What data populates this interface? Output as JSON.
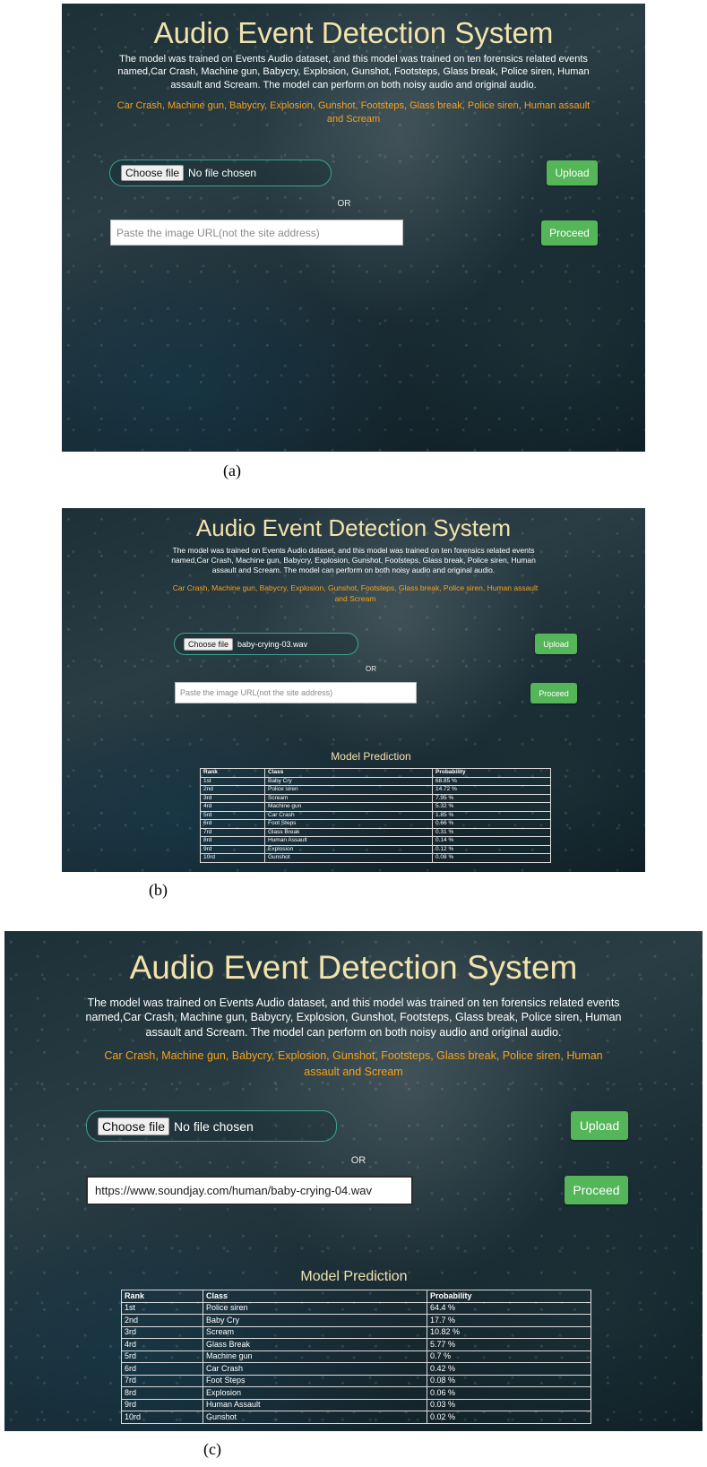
{
  "app": {
    "title": "Audio Event Detection System",
    "description": "The model was trained on Events Audio dataset, and this model was trained on ten forensics related events named,Car Crash, Machine gun, Babycry, Explosion, Gunshot, Footsteps, Glass break, Police siren, Human assault and Scream. The model can perform on both noisy audio and original audio.",
    "events": "Car Crash, Machine gun, Babycry, Explosion, Gunshot, Footsteps, Glass break, Police siren, Human assault and Scream",
    "choose_file_label": "Choose file",
    "upload_label": "Upload",
    "or_label": "OR",
    "url_placeholder": "Paste the image URL(not the site address)",
    "proceed_label": "Proceed",
    "prediction_title": "Model Prediction",
    "table_headers": [
      "Rank",
      "Class",
      "Probability"
    ]
  },
  "panels": [
    {
      "caption": "(a)",
      "file_status": "No file chosen",
      "url_value": ""
    },
    {
      "caption": "(b)",
      "file_status": "baby-crying-03.wav",
      "url_value": "",
      "rows": [
        [
          "1st",
          "Baby Cry",
          "68.85 %"
        ],
        [
          "2nd",
          "Police siren",
          "14.72 %"
        ],
        [
          "3rd",
          "Scream",
          "7.95 %"
        ],
        [
          "4rd",
          "Machine gun",
          "5.32 %"
        ],
        [
          "5rd",
          "Car Crash",
          "1.85 %"
        ],
        [
          "6rd",
          "Foot Steps",
          "0.66 %"
        ],
        [
          "7rd",
          "Glass Break",
          "0.31 %"
        ],
        [
          "8rd",
          "Human Assault",
          "0.14 %"
        ],
        [
          "9rd",
          "Explosion",
          "0.12 %"
        ],
        [
          "10rd",
          "Gunshot",
          "0.08 %"
        ]
      ]
    },
    {
      "caption": "(c)",
      "file_status": "No file chosen",
      "url_value": "https://www.soundjay.com/human/baby-crying-04.wav",
      "rows": [
        [
          "1st",
          "Police siren",
          "64.4 %"
        ],
        [
          "2nd",
          "Baby Cry",
          "17.7 %"
        ],
        [
          "3rd",
          "Scream",
          "10.82 %"
        ],
        [
          "4rd",
          "Glass Break",
          "5.77 %"
        ],
        [
          "5rd",
          "Machine gun",
          "0.7 %"
        ],
        [
          "6rd",
          "Car Crash",
          "0.42 %"
        ],
        [
          "7rd",
          "Foot Steps",
          "0.08 %"
        ],
        [
          "8rd",
          "Explosion",
          "0.06 %"
        ],
        [
          "9rd",
          "Human Assault",
          "0.03 %"
        ],
        [
          "10rd",
          "Gunshot",
          "0.02 %"
        ]
      ]
    }
  ],
  "colors": {
    "title": "#f2e3ac",
    "events": "#f6a21d",
    "button": "#54b658",
    "pill_border": "#3aa591"
  }
}
